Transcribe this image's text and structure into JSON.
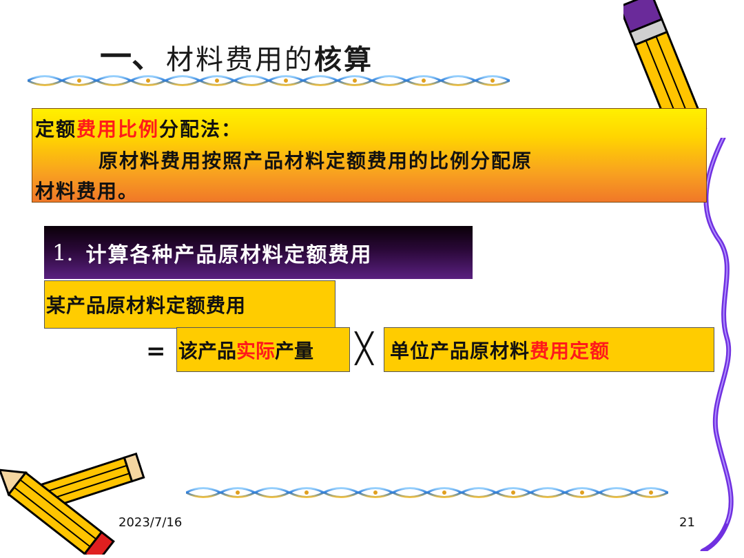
{
  "title": {
    "number": "一、",
    "main": "材料费用的",
    "bold": "核算"
  },
  "definition": {
    "label_part1": "定额",
    "label_red": "费用比例",
    "label_part2": "分配法：",
    "line2": "原材料费用按照产品材料定额费用的比例分配原",
    "line3": "材料费用。"
  },
  "step": {
    "number": "1.",
    "title": "计算各种产品原材料定额费用"
  },
  "formula": {
    "label": "某产品原材料定额费用",
    "equals": "=",
    "lhs_part1": "该产品",
    "lhs_red": "实际",
    "lhs_part2": "产量",
    "times": "╳",
    "rhs_part1": "单位产品原材料",
    "rhs_red": "费用定额"
  },
  "footer": {
    "date": "2023/7/16",
    "page": "21"
  },
  "colors": {
    "accent_red": "#ff1a1a",
    "box_yellow": "#ffcc00",
    "ribbon_purple": "#7030e0"
  }
}
